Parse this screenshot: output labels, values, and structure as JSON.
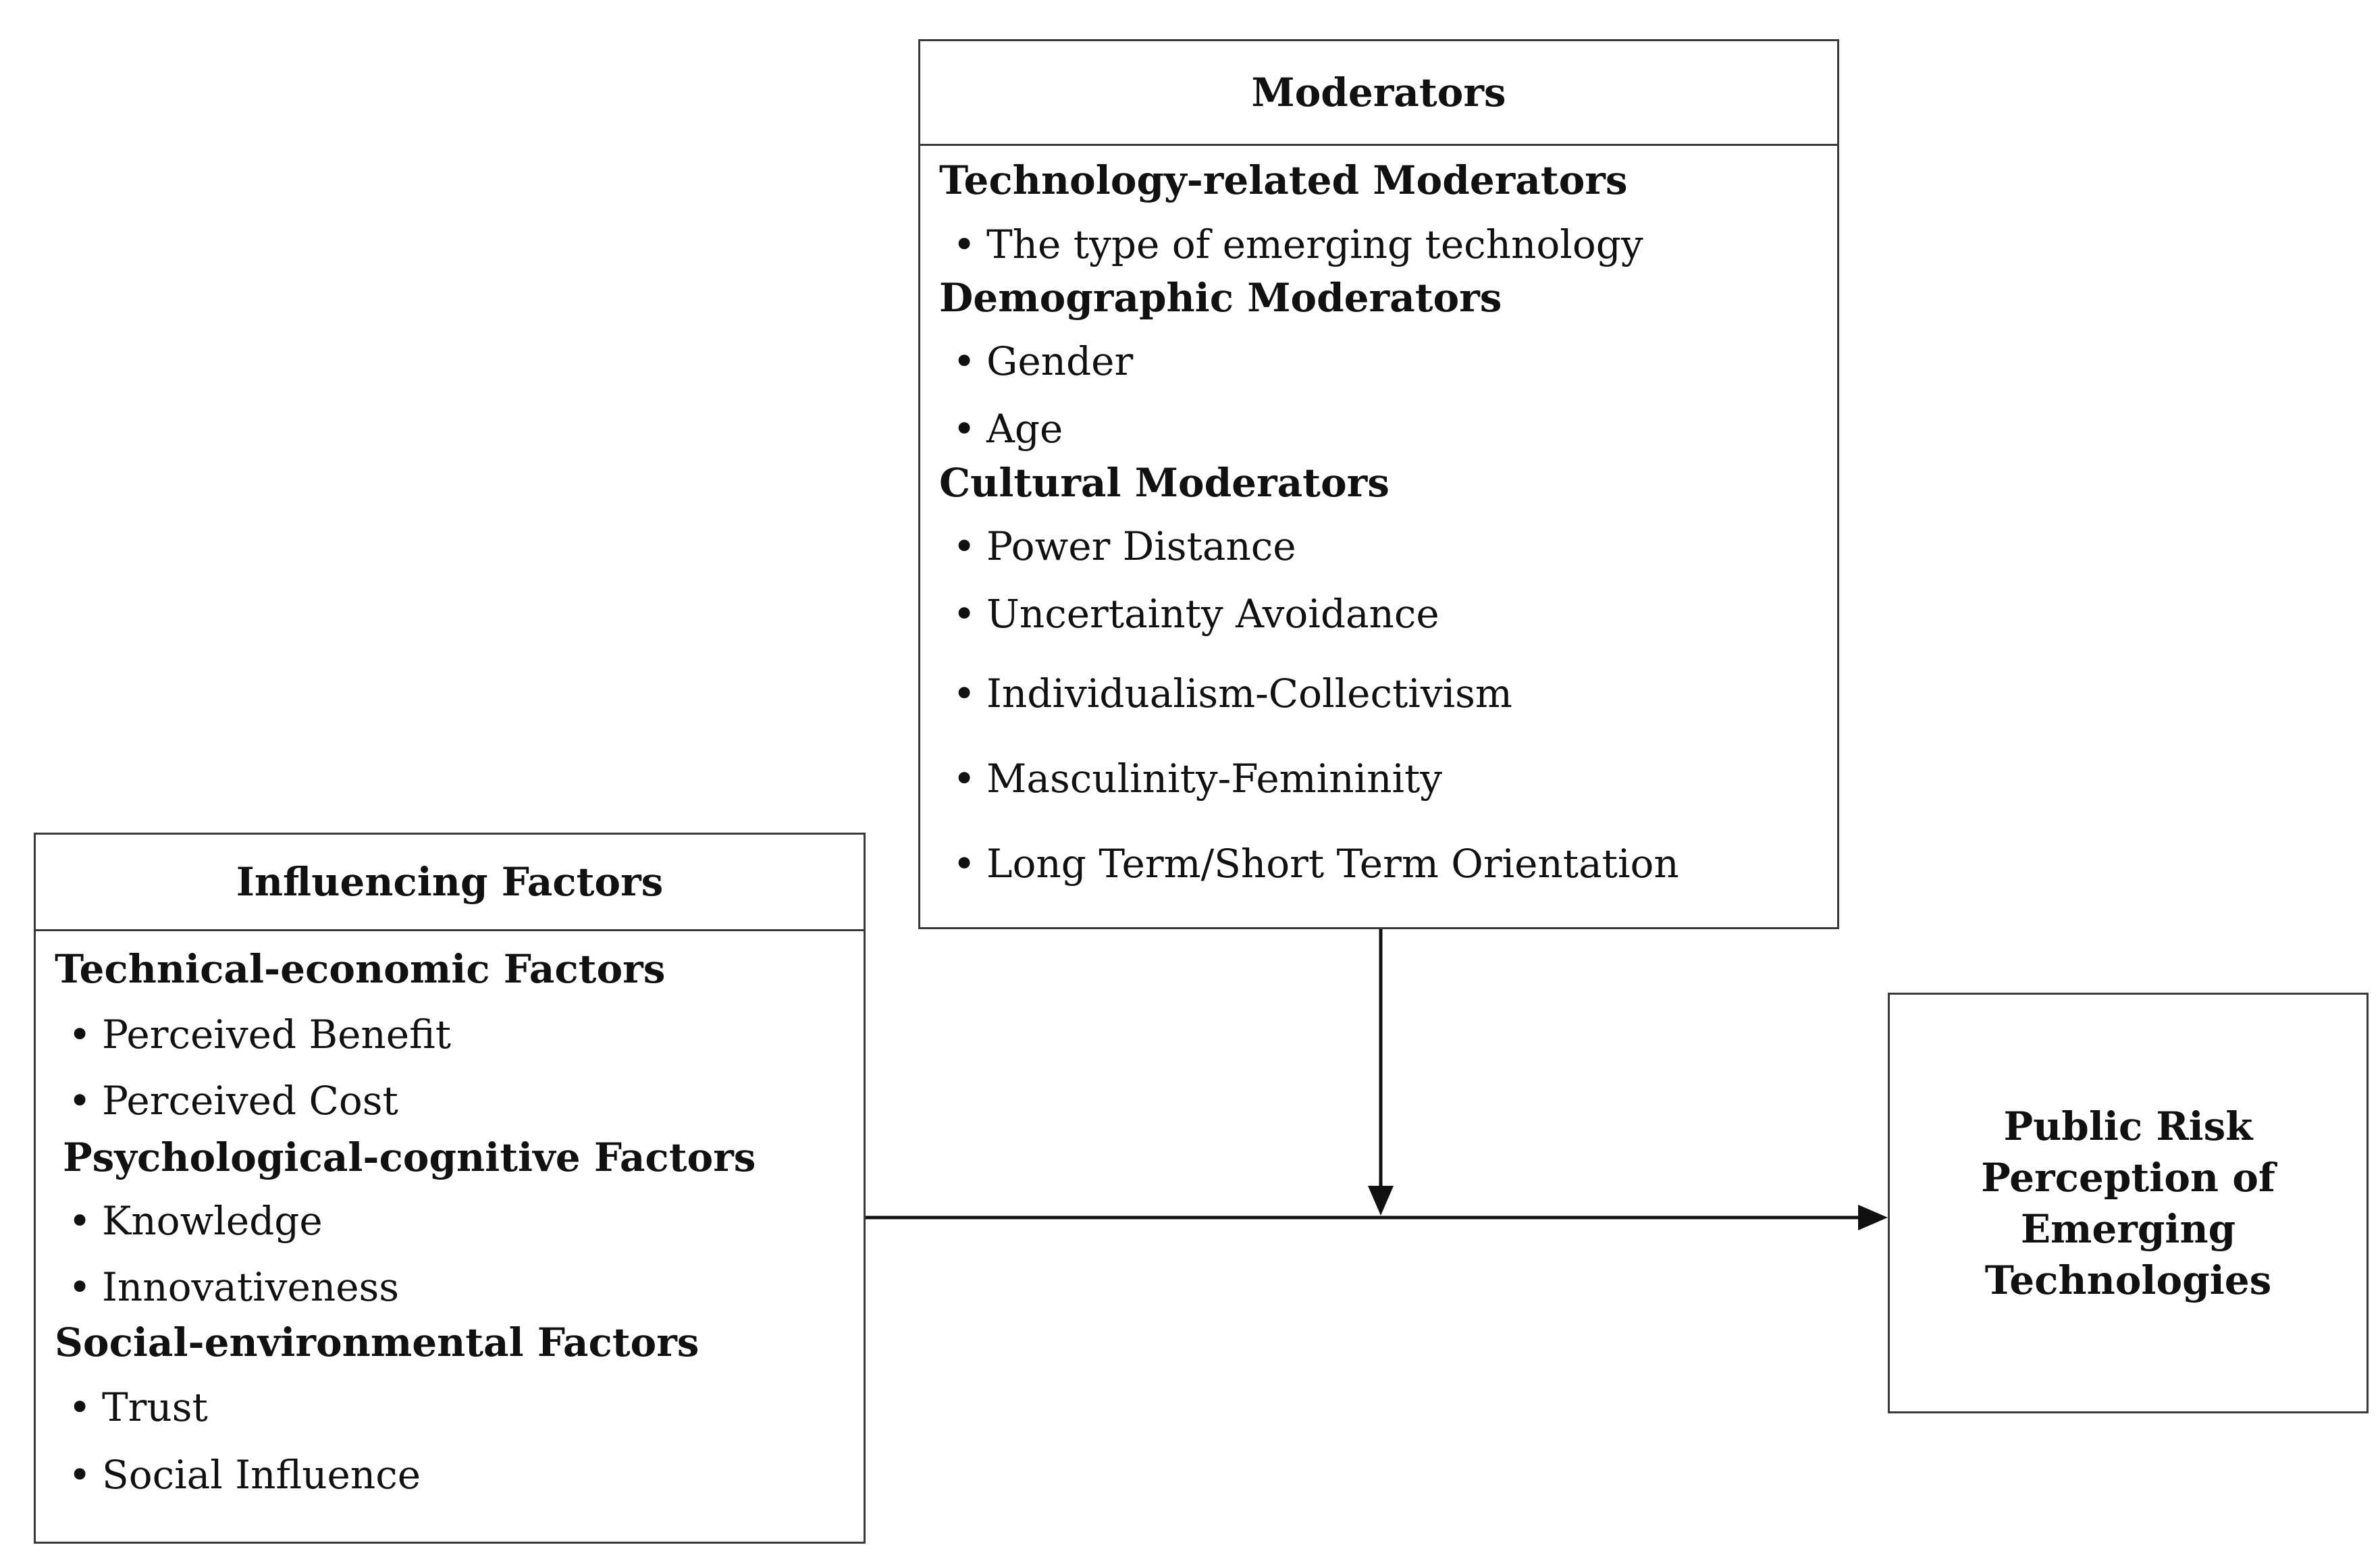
{
  "moderators": {
    "title": "Moderators",
    "sections": [
      {
        "title": "Technology-related Moderators",
        "items": [
          "The type of emerging technology"
        ]
      },
      {
        "title": "Demographic Moderators",
        "items": [
          "Gender",
          "Age"
        ]
      },
      {
        "title": "Cultural Moderators",
        "items": [
          "Power Distance",
          "Uncertainty Avoidance",
          "Individualism-Collectivism",
          "Masculinity-Femininity",
          "Long Term/Short Term Orientation"
        ]
      }
    ]
  },
  "influencing": {
    "title": "Influencing Factors",
    "sections": [
      {
        "title": "Technical-economic Factors",
        "items": [
          "Perceived Benefit",
          "Perceived Cost"
        ]
      },
      {
        "title": "Psychological-cognitive Factors",
        "items": [
          "Knowledge",
          "Innovativeness"
        ]
      },
      {
        "title": "Social-environmental Factors",
        "items": [
          "Trust",
          "Social Influence"
        ]
      }
    ]
  },
  "outcome": {
    "label": "Public Risk Perception of Emerging Technologies"
  },
  "bullet": "•"
}
